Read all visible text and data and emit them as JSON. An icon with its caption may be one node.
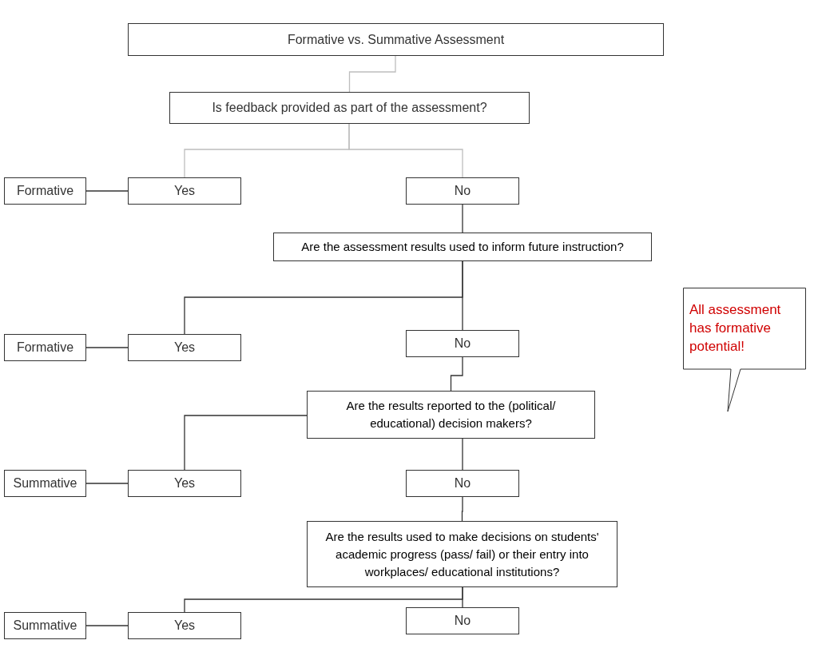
{
  "diagram": {
    "nodes": [
      {
        "text": [
          "Formative vs. Summative Assessment"
        ]
      },
      {
        "text": [
          "Is feedback provided as part of the assessment?"
        ]
      },
      {
        "text": [
          "Formative"
        ]
      },
      {
        "text": [
          "Yes"
        ]
      },
      {
        "text": [
          "No"
        ]
      },
      {
        "text": [
          "Are the assessment results used to inform future instruction?"
        ]
      },
      {
        "text": [
          "Formative"
        ]
      },
      {
        "text": [
          "Yes"
        ]
      },
      {
        "text": [
          "No"
        ]
      },
      {
        "text": [
          "Are the results reported to the (political/ educational) decision makers?"
        ]
      },
      {
        "text": [
          "Summative"
        ]
      },
      {
        "text": [
          "Yes"
        ]
      },
      {
        "text": [
          "No"
        ]
      },
      {
        "text": [
          "Are the results used to make decisions on students' academic progress (pass/ fail) or their entry into workplaces/ educational institutions?"
        ]
      },
      {
        "text": [
          "Summative"
        ]
      },
      {
        "text": [
          "Yes"
        ]
      },
      {
        "text": [
          "No"
        ]
      },
      {
        "text": [
          "All assessment has formative potential!"
        ]
      }
    ],
    "edges": [
      {
        "from": 0,
        "to": 1,
        "arrow": "none",
        "color": "#bdbdbd"
      },
      {
        "from": 1,
        "to": 3,
        "arrow": "none",
        "color": "#bdbdbd"
      },
      {
        "from": 1,
        "to": 4,
        "arrow": "none",
        "color": "#bdbdbd"
      },
      {
        "from": 3,
        "to": 2,
        "arrow": "none"
      },
      {
        "from": 4,
        "to": 5,
        "arrow": "none"
      },
      {
        "from": 5,
        "to": 7,
        "arrow": "none"
      },
      {
        "from": 5,
        "to": 8,
        "arrow": "none"
      },
      {
        "from": 7,
        "to": 6,
        "arrow": "none"
      },
      {
        "from": 8,
        "to": 9,
        "arrow": "none"
      },
      {
        "from": 9,
        "to": 11,
        "arrow": "none"
      },
      {
        "from": 9,
        "to": 12,
        "arrow": "none"
      },
      {
        "from": 11,
        "to": 10,
        "arrow": "none"
      },
      {
        "from": 12,
        "to": 13,
        "arrow": "none"
      },
      {
        "from": 13,
        "to": 15,
        "arrow": "none"
      },
      {
        "from": 13,
        "to": 16,
        "arrow": "none"
      },
      {
        "from": 15,
        "to": 14,
        "arrow": "none"
      }
    ]
  }
}
